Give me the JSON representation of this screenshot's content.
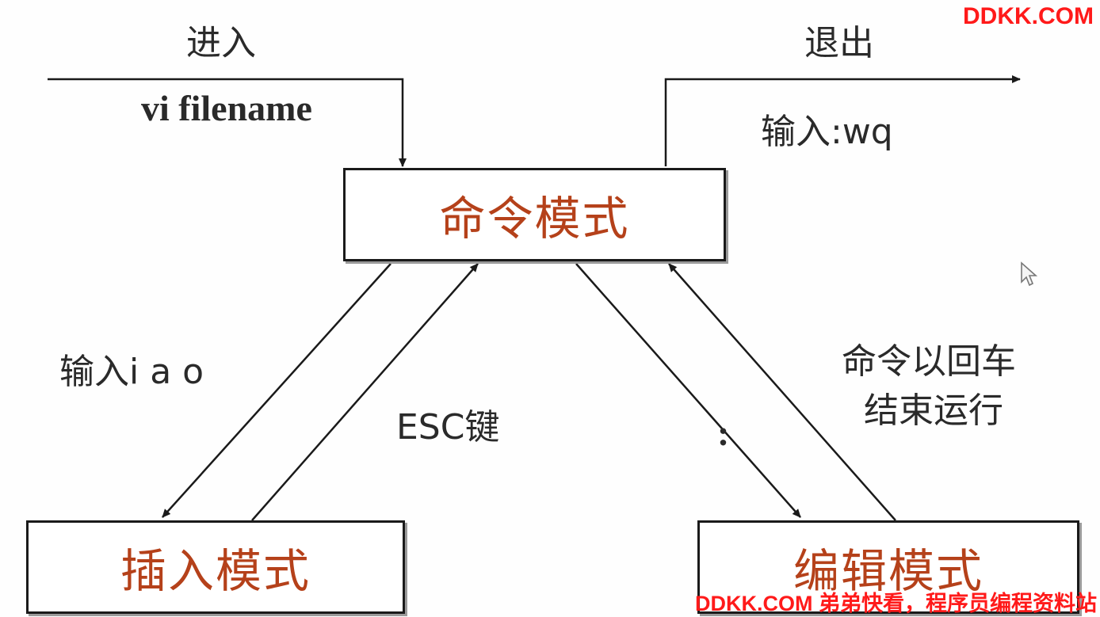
{
  "diagram": {
    "modes": {
      "command": "命令模式",
      "insert": "插入模式",
      "edit": "编辑模式"
    },
    "labels": {
      "enter": "进入",
      "enter_command": "vi filename",
      "exit": "退出",
      "exit_command": "输入:wq",
      "insert_command": "输入i a o",
      "esc_key": "ESC键",
      "colon": ":",
      "command_note_line1": "命令以回车",
      "command_note_line2": "结束运行"
    },
    "colors": {
      "mode_text": "#b5411a",
      "line": "#1a1a1a",
      "watermark": "#ff1a1a"
    }
  },
  "watermark": {
    "top": "DDKK.COM",
    "bottom": "DDKK.COM 弟弟快看，程序员编程资料站"
  }
}
